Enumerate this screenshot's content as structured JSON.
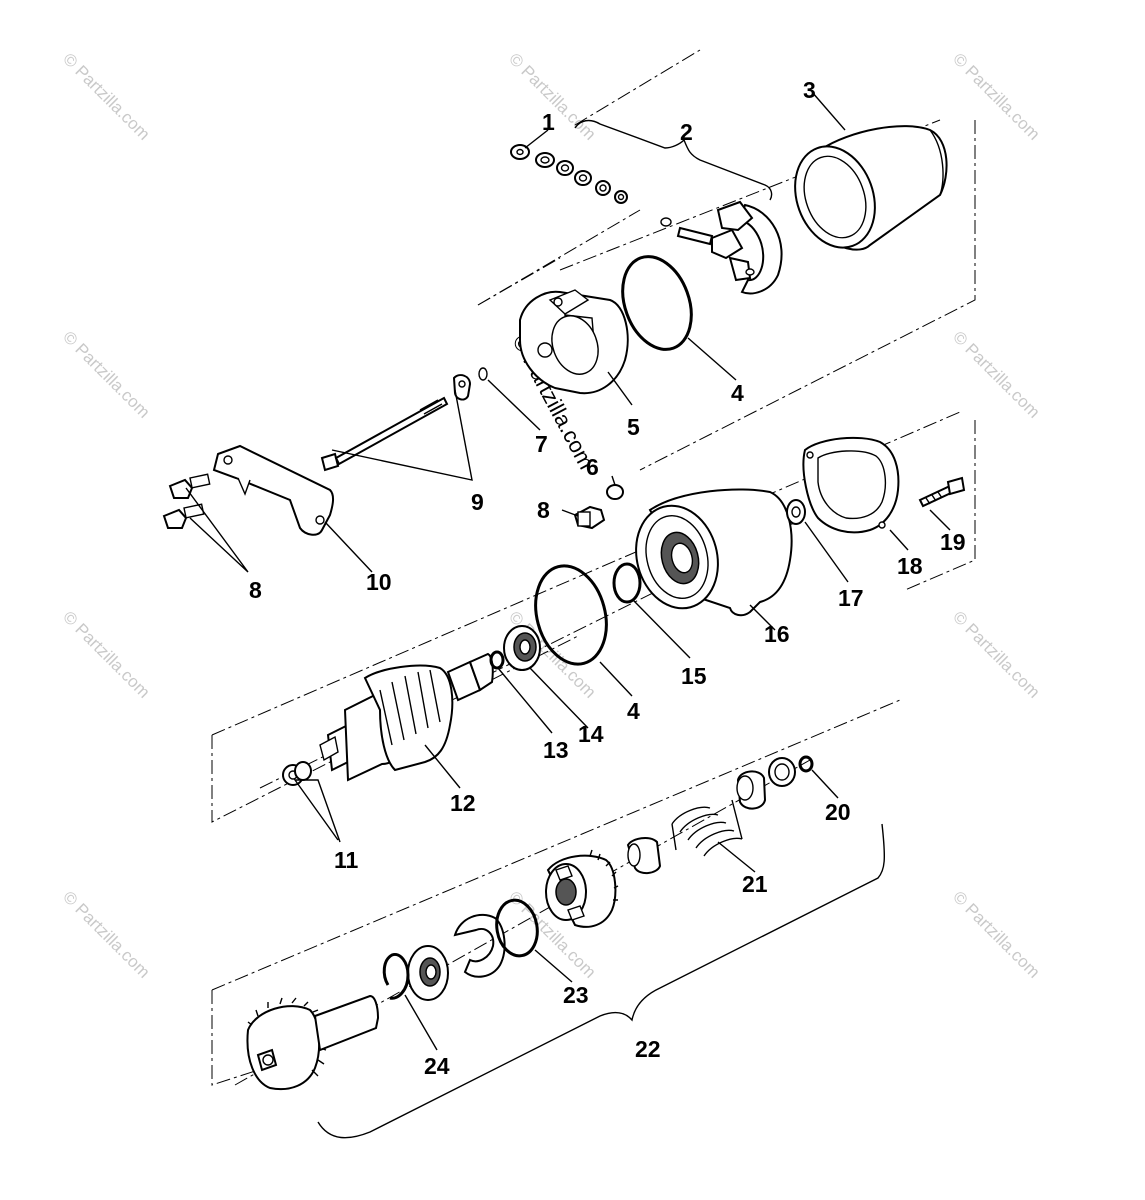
{
  "watermark": {
    "corner_text": "© Partzilla.com",
    "center_text": "© Partzilla.com"
  },
  "callouts": {
    "c1": "1",
    "c2": "2",
    "c3": "3",
    "c4a": "4",
    "c4b": "4",
    "c5": "5",
    "c6": "6",
    "c7": "7",
    "c8a": "8",
    "c8b": "8",
    "c9": "9",
    "c10": "10",
    "c11": "11",
    "c12": "12",
    "c13": "13",
    "c14": "14",
    "c15": "15",
    "c16": "16",
    "c17": "17",
    "c18": "18",
    "c19": "19",
    "c20": "20",
    "c21": "21",
    "c22": "22",
    "c23": "23",
    "c24": "24"
  }
}
